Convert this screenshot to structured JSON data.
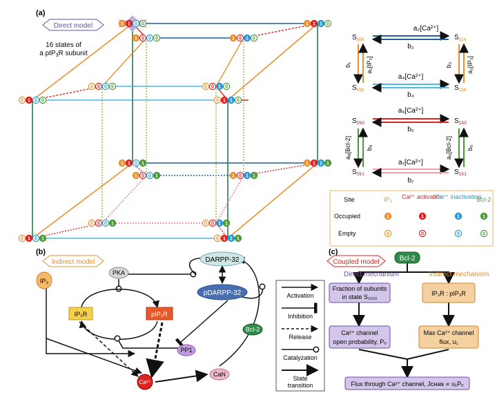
{
  "panel_a": {
    "label": "(a)",
    "model_label": "Direct model",
    "caption_line1": "16 states of",
    "caption_line2": "a pIP",
    "caption_sub": "3",
    "caption_line2b": "R subunit",
    "states": {
      "s1100": "1100",
      "s1110": "1110",
      "s1010": "1010",
      "s1000": "1000",
      "s0000": "0000",
      "s0010": "0010",
      "s0110": "0110",
      "s0100": "0100",
      "s1101": "1101",
      "s1111": "1111",
      "s1001": "1001",
      "s1011": "1011",
      "s0001": "0001",
      "s0011": "0011",
      "s0111": "0111",
      "s0101": "0101"
    },
    "kinetics": {
      "a2": "a₂[Ca²⁺]",
      "b2": "b₂",
      "b1": "b₁",
      "a1": "a₁[IP₃]",
      "b3": "b₃",
      "a3": "a₃[IP₃]",
      "a4": "a₄[Ca²⁺]",
      "b4": "b₄",
      "a5": "a₅[Ca²⁺]",
      "b5": "b₅",
      "a8": "a₈[Bcl-2]",
      "b8": "b₈",
      "a6": "a₆[Bcl-2]",
      "b6": "b₆",
      "a7": "a₇[Ca²⁺]",
      "b7": "b₇",
      "S": "S",
      "sub_ij0n": "ij0n",
      "sub_ij1n": "ij1n",
      "sub_i0jn": "i0jn",
      "sub_i1jn": "i1jn",
      "sub_0k0": "0k0",
      "sub_1k0": "1k0",
      "sub_0k1": "0k1",
      "sub_1k1": "1k1"
    },
    "legend_table": {
      "site_header": "Site",
      "ip3": "IP₃",
      "ca_activation": "Ca²⁺ activation",
      "ca_inactivation": "Ca²⁺ inactivation",
      "bcl2": "Bcl-2",
      "occupied": "Occupied",
      "empty": "Empty",
      "one": "1",
      "zero": "0"
    }
  },
  "panel_b": {
    "label": "(b)",
    "model_label": "Indirect model",
    "nodes": {
      "ip3": "IP₃",
      "pka": "PKA",
      "darpp32": "DARPP-32",
      "pdarpp32": "pDARPP-32",
      "ip3r": "IP₃R",
      "pip3r": "pIP₃R",
      "pp1": "PP1",
      "bcl2": "Bcl-2",
      "ca": "Ca²⁺",
      "can": "CaN"
    },
    "legend": {
      "activation": "Activation",
      "inhibition": "Inhibition",
      "release": "Release",
      "catalyzation": "Catalyzation",
      "state_transition_1": "State",
      "state_transition_2": "transition"
    }
  },
  "panel_c": {
    "label": "(c)",
    "model_label": "Coupled model",
    "bcl2": "Bcl-2",
    "direct_mechanism": "Direct mechanism",
    "indirect_mechanism": "Indirect mechanism",
    "fraction_line1": "Fraction of subunits",
    "fraction_line2": "in state S₁₁₀₀",
    "ratio": "IP₃R : pIP₃R",
    "open_line1": "Ca²⁺ channel",
    "open_line2": "open probability, Pₒ",
    "max_line1": "Max Ca²⁺ channel",
    "max_line2": "flux, u₁",
    "flux": "Flux through Ca²⁺ channel, Jᴄʜᴀɴ ∝ u₁Pₒ"
  }
}
